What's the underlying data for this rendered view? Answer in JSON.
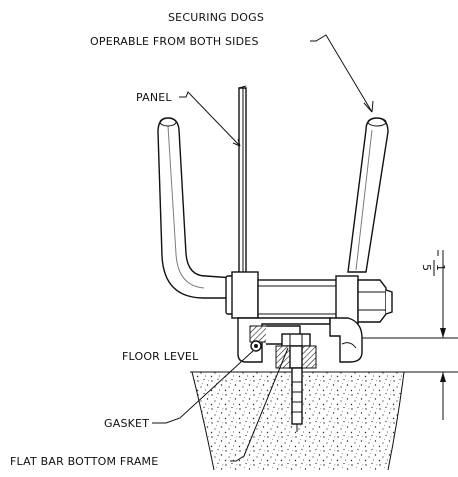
{
  "labels": {
    "securing_dogs_line1": "SECURING DOGS",
    "securing_dogs_line2": "OPERABLE FROM BOTH SIDES",
    "panel": "PANEL",
    "floor_level": "FLOOR LEVEL",
    "gasket": "GASKET",
    "flat_bar_bottom_frame": "FLAT BAR BOTTOM FRAME"
  },
  "dimension": {
    "numerator": "1",
    "denominator": "5"
  },
  "colors": {
    "line": "#111111",
    "background": "#ffffff"
  }
}
